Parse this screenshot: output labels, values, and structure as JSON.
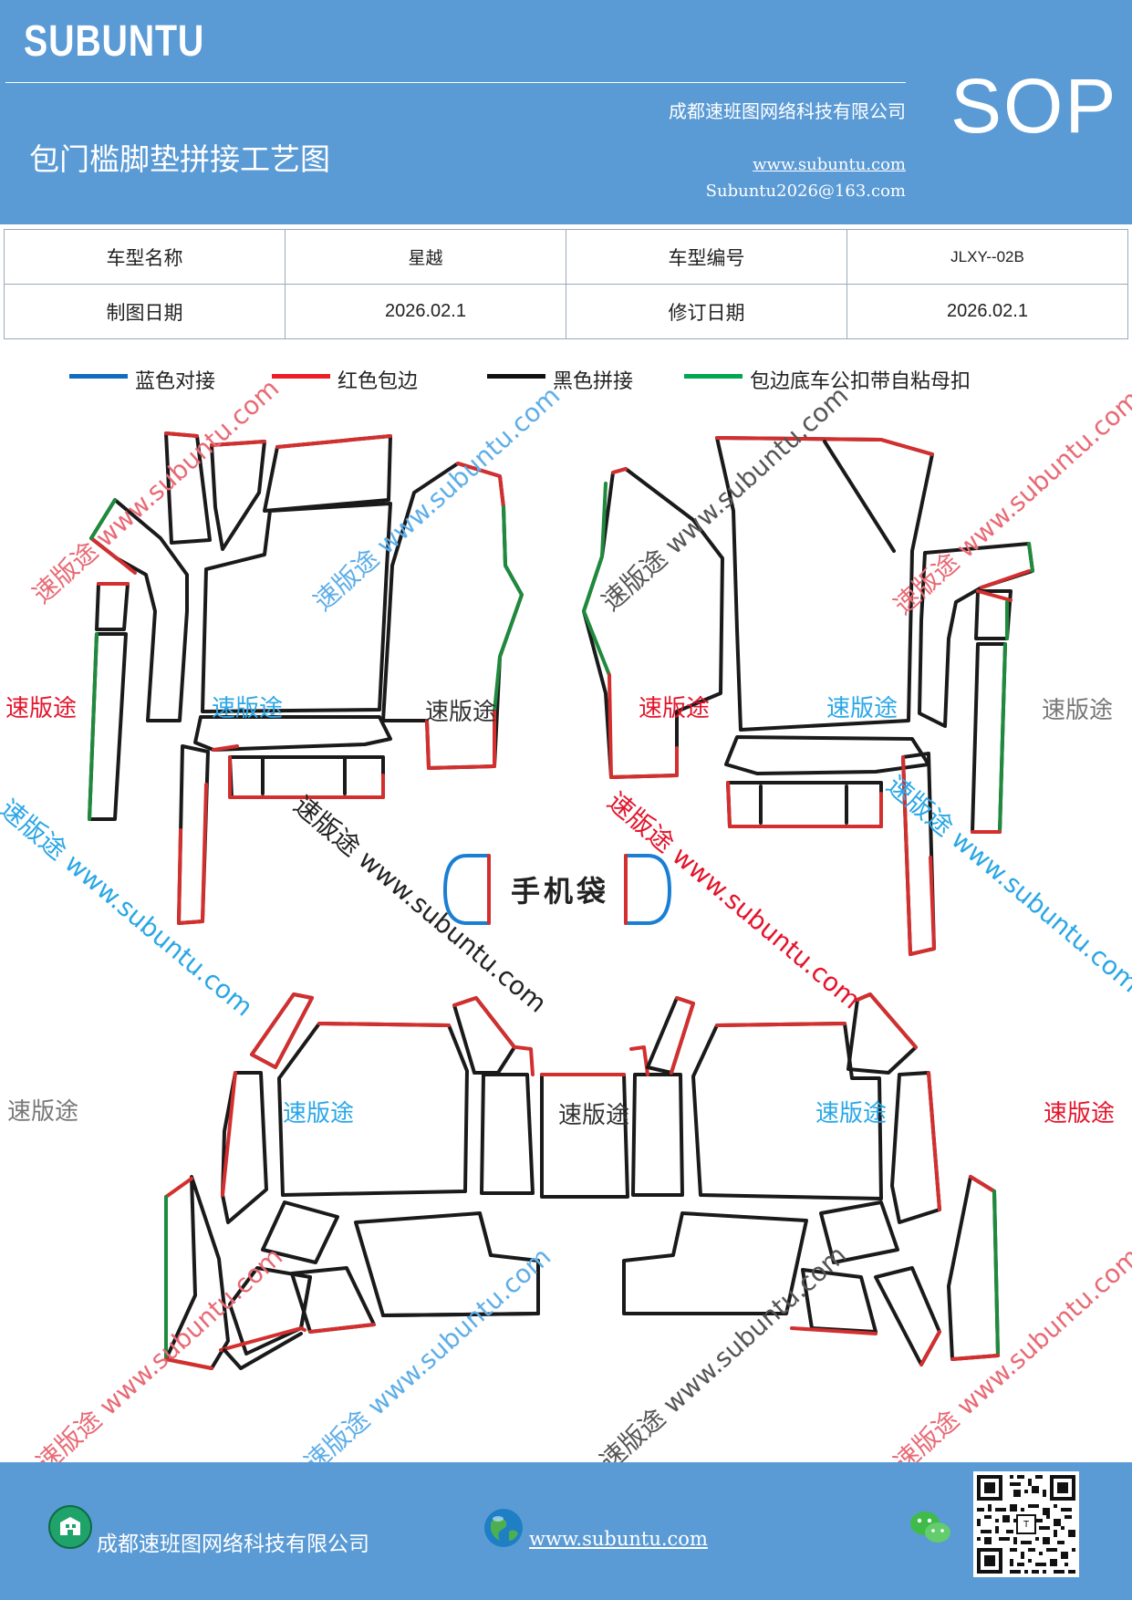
{
  "header": {
    "brand": "SUBUNTU",
    "company": "成都速班图网络科技有限公司",
    "title": "包门槛脚垫拼接工艺图",
    "website": "www.subuntu.com",
    "email": "Subuntu2026@163.com",
    "badge": "SOP",
    "background_color": "#5b9bd5"
  },
  "info_table": {
    "rows": [
      [
        "车型名称",
        "星越",
        "车型编号",
        "JLXY--02B"
      ],
      [
        "制图日期",
        "2026.02.1",
        "修订日期",
        "2026.02.1"
      ]
    ]
  },
  "legend": [
    {
      "label": "蓝色对接",
      "color": "#0f6cbf"
    },
    {
      "label": "红色包边",
      "color": "#ee1c24"
    },
    {
      "label": "黑色拼接",
      "color": "#111111"
    },
    {
      "label": "包边底车公扣带自粘母扣",
      "color": "#00a650"
    }
  ],
  "diagram": {
    "phone_pocket_label": "手机袋",
    "line_colors": {
      "edge": "#d32f2f",
      "join": "#1a1a1a",
      "fastener": "#1e8a3c",
      "butt": "#1a7fd4"
    }
  },
  "watermarks": {
    "brand_text": "速版途",
    "diagonal_text": "速版途 www.subuntu.com"
  },
  "footer": {
    "company": "成都速班图网络科技有限公司",
    "website": "www.subuntu.com",
    "icons": [
      "building-icon",
      "globe-icon",
      "wechat-icon",
      "qr-code"
    ]
  }
}
